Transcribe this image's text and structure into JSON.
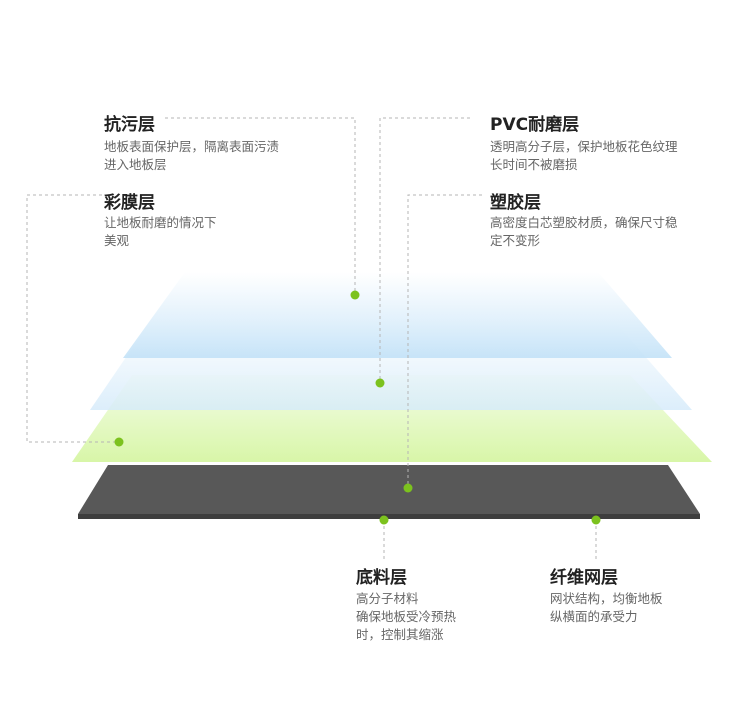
{
  "layers": [
    {
      "id": "antifouling",
      "title": "抗污层",
      "desc": [
        "地板表面保护层，隔离表面污渍",
        "进入地板层"
      ],
      "color": "#d7ecfb"
    },
    {
      "id": "pvc_wear",
      "title": "PVC耐磨层",
      "desc": [
        "透明高分子层，保护地板花色纹理",
        "长时间不被磨损"
      ],
      "color": "#e6f4fd"
    },
    {
      "id": "color_film",
      "title": "彩膜层",
      "desc": [
        "让地板耐磨的情况下",
        "美观"
      ],
      "color": "#e9fbd0"
    },
    {
      "id": "plastic",
      "title": "塑胶层",
      "desc": [
        "高密度白芯塑胶材质，确保尺寸稳",
        "定不变形"
      ],
      "color": "#555555"
    },
    {
      "id": "base",
      "title": "底料层",
      "desc": [
        "高分子材料",
        "确保地板受冷预热",
        "时，控制其缩涨"
      ],
      "color": "#555555"
    },
    {
      "id": "fiber_net",
      "title": "纤维网层",
      "desc": [
        "网状结构，均衡地板",
        "纵横面的承受力"
      ],
      "color": "#555555"
    }
  ],
  "colors": {
    "dot": "#7cc21e",
    "leader": "#b5b5b5",
    "title": "#222222",
    "desc": "#666666"
  }
}
